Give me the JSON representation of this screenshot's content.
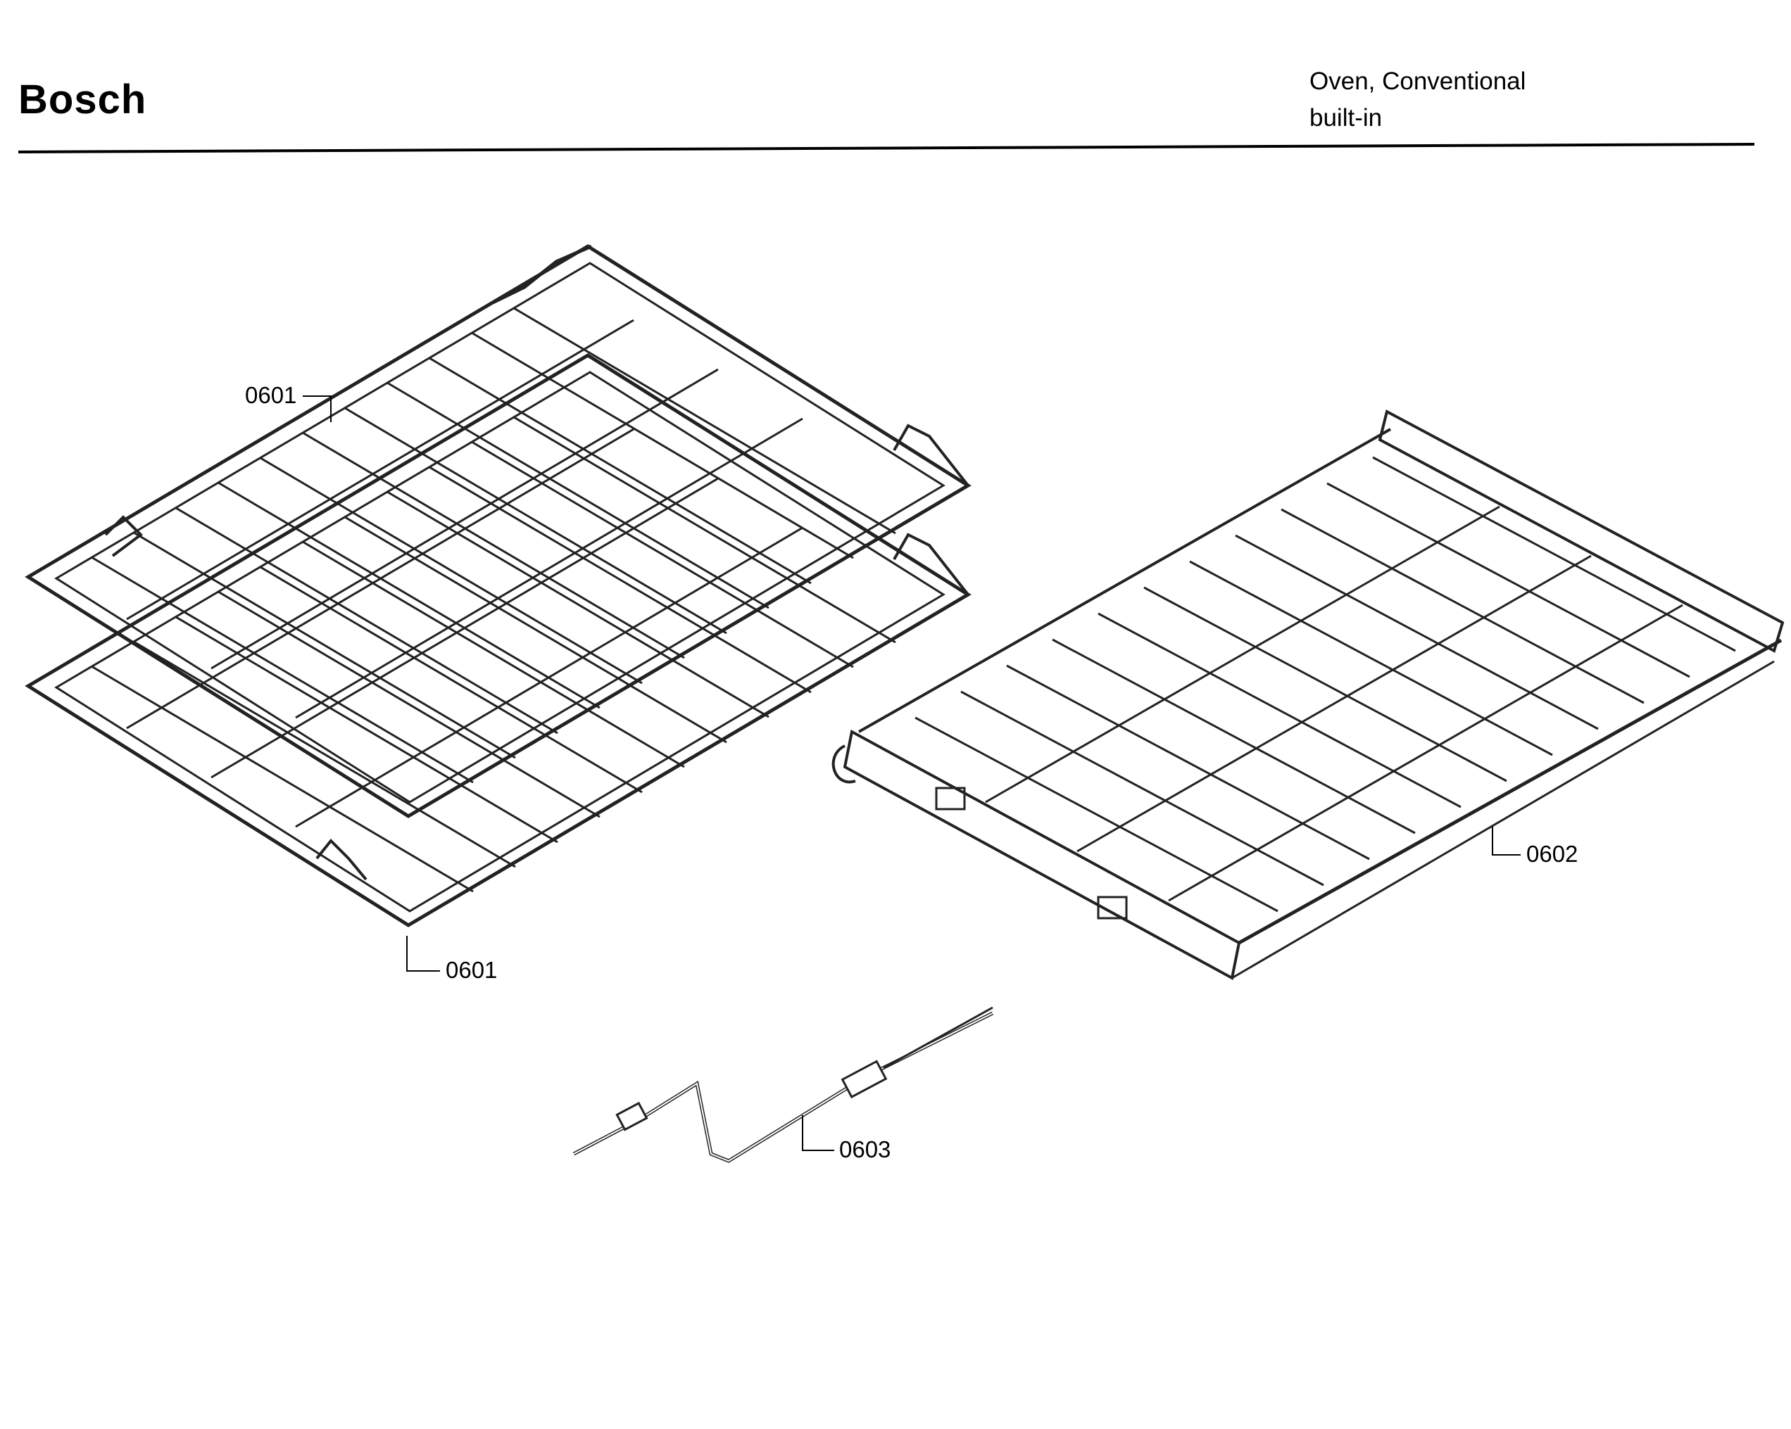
{
  "header": {
    "brand": "Bosch",
    "appliance_type": "Oven, Conventional",
    "appliance_subtype": "built-in"
  },
  "callouts": {
    "rack_upper": "0601",
    "rack_lower": "0601",
    "telescopic_rack": "0602",
    "meat_probe": "0603"
  }
}
